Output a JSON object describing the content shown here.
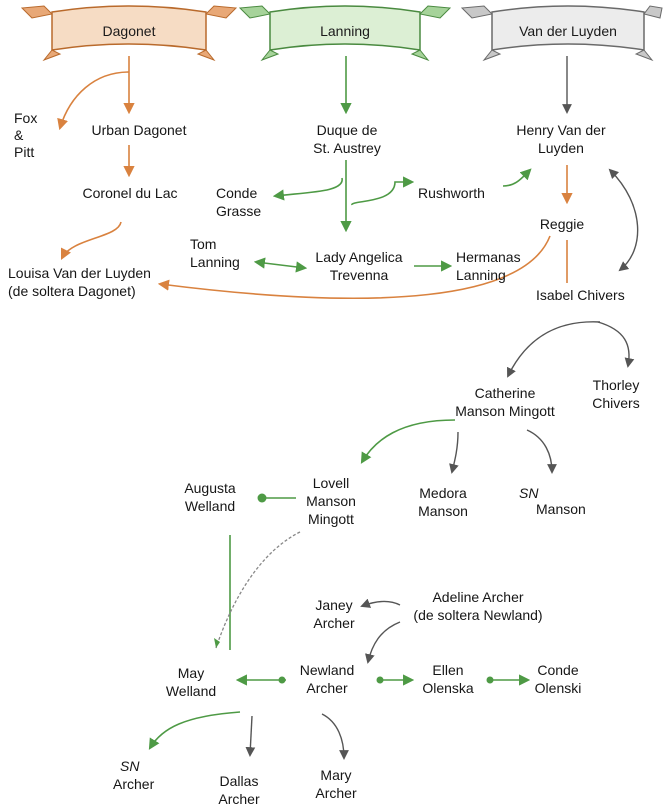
{
  "families": {
    "dagonet": "Dagonet",
    "lanning": "Lanning",
    "vanderluyden": "Van der Luyden"
  },
  "colors": {
    "dagonet": "#d9823f",
    "lanning": "#4e9a45",
    "vanderluyden": "#555555",
    "text": "#161616"
  },
  "people": {
    "fox_pitt": "Fox\n&\nPitt",
    "urban_dagonet": "Urban Dagonet",
    "coronel_du_lac": "Coronel du Lac",
    "louisa": "Louisa Van der Luyden\n(de soltera Dagonet)",
    "duque": "Duque de\nSt. Austrey",
    "conde_grasse": "Conde\nGrasse",
    "rushworth": "Rushworth",
    "tom_lanning": "Tom\nLanning",
    "lady_angelica": "Lady Angelica\nTrevenna",
    "hermanas_lanning": "Hermanas\nLanning",
    "henry": "Henry Van der\nLuyden",
    "reggie": "Reggie",
    "isabel": "Isabel Chivers",
    "thorley": "Thorley\nChivers",
    "catherine": "Catherine\nManson Mingott",
    "augusta": "Augusta\nWelland",
    "lovell": "Lovell\nManson\nMingott",
    "medora": "Medora\nManson",
    "sn_manson_prefix": "SN",
    "sn_manson": "Manson",
    "janey": "Janey\nArcher",
    "adeline": "Adeline Archer\n(de soltera Newland)",
    "may": "May\nWelland",
    "newland": "Newland\nArcher",
    "ellen": "Ellen\nOlenska",
    "conde_olenski": "Conde\nOlenski",
    "sn_archer_prefix": "SN",
    "sn_archer": "Archer",
    "dallas": "Dallas\nArcher",
    "mary": "Mary\nArcher"
  }
}
